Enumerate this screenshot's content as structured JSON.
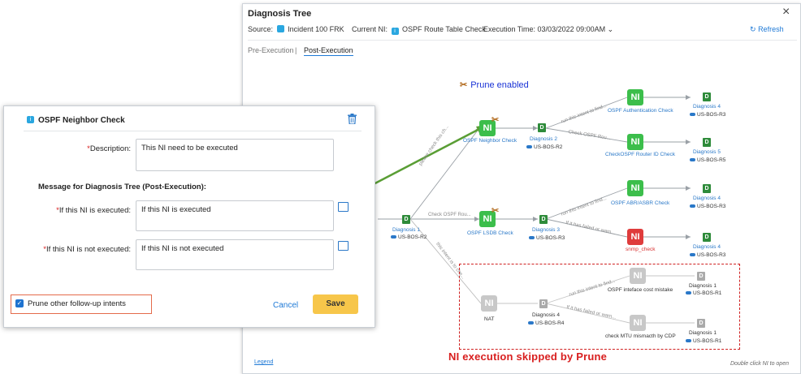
{
  "tree": {
    "title": "Diagnosis Tree",
    "close": "×",
    "source_label": "Source:",
    "source_value": "Incident 100 FRK",
    "current_ni_label": "Current NI:",
    "current_ni_value": "OSPF Route Table Check",
    "exec_time_label": "Execution Time:",
    "exec_time_value": "03/03/2022  09:00AM",
    "refresh": "Refresh",
    "tab_pre": "Pre-Execution",
    "tab_sep": "|",
    "tab_post": "Post-Execution",
    "prune_enabled": "Prune enabled",
    "legend": "Legend",
    "hint": "Double click NI to open",
    "skip_caption": "NI execution  skipped by Prune",
    "nodes": {
      "ospf_neighbor": "OSPF Neighbor Check",
      "ospf_lsdb": "OSPF LSDB Check",
      "nat": "NAT",
      "ospf_auth": "OSPF Authentication Check",
      "check_router_id": "CheckOSPF Router ID Check",
      "ospf_abr": "OSPF ABR/ASBR Check",
      "snmp": "snmp_check",
      "ospf_cost": "OSPF inteface cost mistake",
      "mtu": "check MTU mismacth by CDP"
    },
    "diags": {
      "d1": "Diagnosis 1",
      "d1_dev": "US-BOS-R2",
      "d2": "Diagnosis 2",
      "d2_dev": "US-BOS-R2",
      "d3": "Diagnosis 3",
      "d3_dev": "US-BOS-R3",
      "d4a": "Diagnosis 4",
      "d4a_dev": "US-BOS-R3",
      "d5": "Diagnosis 5",
      "d5_dev": "US-BOS-R5",
      "d4b": "Diagnosis 4",
      "d4b_dev": "US-BOS-R3",
      "d4c": "Diagnosis 4",
      "d4c_dev": "US-BOS-R3",
      "d4d": "Diagnosis 4",
      "d4d_dev": "US-BOS-R4",
      "d1b": "Diagnosis 1",
      "d1b_dev": "US-BOS-R1",
      "d1c": "Diagnosis 1",
      "d1c_dev": "US-BOS-R1"
    },
    "edges": {
      "e1": "please check this ch...",
      "e2": "Check OSPF Rou...",
      "e3": "this intent is to che...",
      "e4": "run this intent to find...",
      "e5": "Check OSPF Rou...",
      "e6": "run this intent to find...",
      "e7": "If it has failed or warn...",
      "e8": "run this intent to find...",
      "e9": "If it has failed or warn..."
    }
  },
  "popup": {
    "title": "OSPF Neighbor Check",
    "desc_label": "Description:",
    "desc_value": "This NI need to be executed",
    "msg_heading": "Message for Diagnosis Tree (Post-Execution):",
    "executed_label": "If this NI is executed:",
    "executed_value": "If this NI is executed",
    "not_executed_label": "If this NI is not executed:",
    "not_executed_value": "If this NI is not executed",
    "required_mark": "*",
    "prune_label": "Prune other follow-up intents",
    "prune_checked": true,
    "cancel": "Cancel",
    "save": "Save"
  },
  "colors": {
    "ni_green": "#3cbe4b",
    "ni_red": "#df3c3c",
    "ni_skipped": "#c8c8c8",
    "accent_blue": "#1e79d6",
    "save_yellow": "#f7c64a",
    "skip_red": "#d81e1e",
    "connector_green": "#5a9e35"
  },
  "icons": {
    "ni": "NI",
    "diag": "D",
    "check": "✓",
    "refresh": "↻",
    "chevron": "⌄",
    "scissors": "✂"
  }
}
